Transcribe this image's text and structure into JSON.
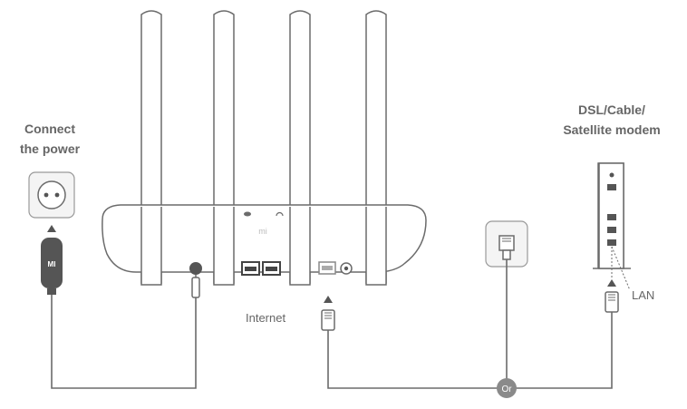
{
  "power": {
    "line1": "Connect",
    "line2": "the power",
    "adapter_brand": "MI"
  },
  "modem": {
    "line1": "DSL/Cable/",
    "line2": "Satellite modem",
    "port_label": "LAN"
  },
  "router": {
    "wan_label": "Internet",
    "logo_text": "mi"
  },
  "connector": {
    "or_label": "Or"
  },
  "colors": {
    "stroke": "#6b6b6b",
    "fill_light": "#f4f4f4",
    "fill_dark": "#555555",
    "or_badge": "#8a8a8a",
    "text": "#666666"
  }
}
